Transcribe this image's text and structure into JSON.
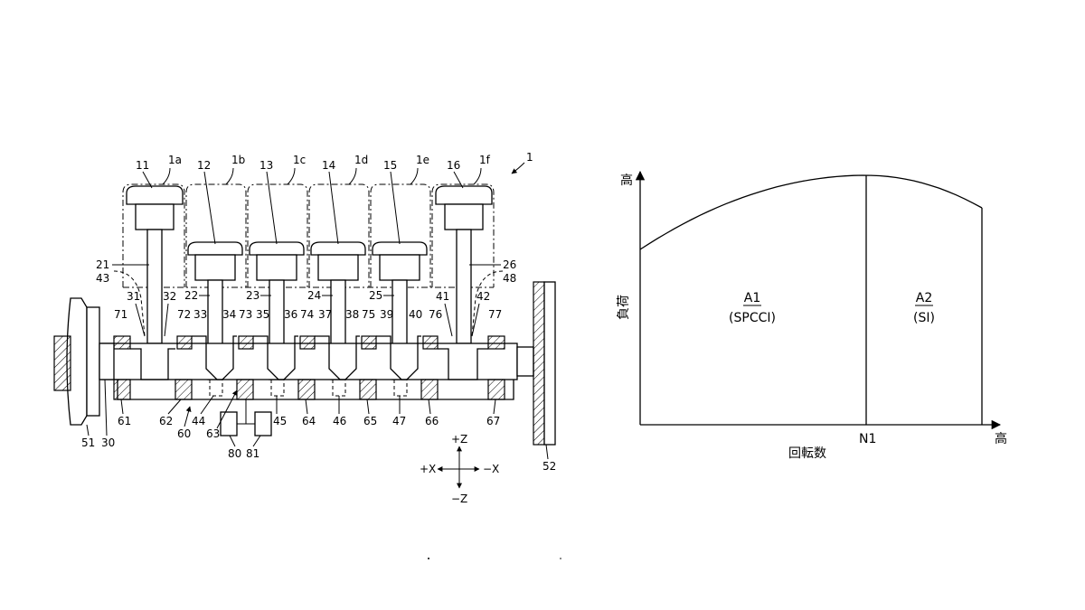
{
  "engine": {
    "overall": "1",
    "cylinders": [
      {
        "id": "1a",
        "piston": "11",
        "rod": "21"
      },
      {
        "id": "1b",
        "piston": "12",
        "rod": "22"
      },
      {
        "id": "1c",
        "piston": "13",
        "rod": "23"
      },
      {
        "id": "1d",
        "piston": "14",
        "rod": "24"
      },
      {
        "id": "1e",
        "piston": "15",
        "rod": "25"
      },
      {
        "id": "1f",
        "piston": "16",
        "rod": "26"
      }
    ],
    "part_labels": {
      "p43": "43",
      "p48": "48",
      "p31": "31",
      "p32": "32",
      "p33": "33",
      "p34": "34",
      "p35": "35",
      "p36": "36",
      "p37": "37",
      "p38": "38",
      "p39": "39",
      "p40": "40",
      "p41": "41",
      "p42": "42",
      "p71": "71",
      "p72": "72",
      "p73": "73",
      "p74": "74",
      "p75": "75",
      "p76": "76",
      "p77": "77",
      "p44": "44",
      "p45": "45",
      "p46": "46",
      "p47": "47",
      "p60": "60",
      "p61": "61",
      "p62": "62",
      "p63": "63",
      "p64": "64",
      "p65": "65",
      "p66": "66",
      "p67": "67",
      "p80": "80",
      "p81": "81",
      "p51": "51",
      "p30": "30",
      "p52": "52"
    },
    "axes": {
      "plus_z": "+Z",
      "minus_z": "−Z",
      "plus_x": "+X",
      "minus_x": "−X"
    }
  },
  "chart_data": {
    "type": "area",
    "ylabel": "負荷",
    "xlabel": "回転数",
    "y_axis_end": "高",
    "x_axis_end": "高",
    "x_marker": "N1",
    "regions": [
      {
        "name": "A1",
        "label": "(SPCCI)"
      },
      {
        "name": "A2",
        "label": "(SI)"
      }
    ]
  }
}
